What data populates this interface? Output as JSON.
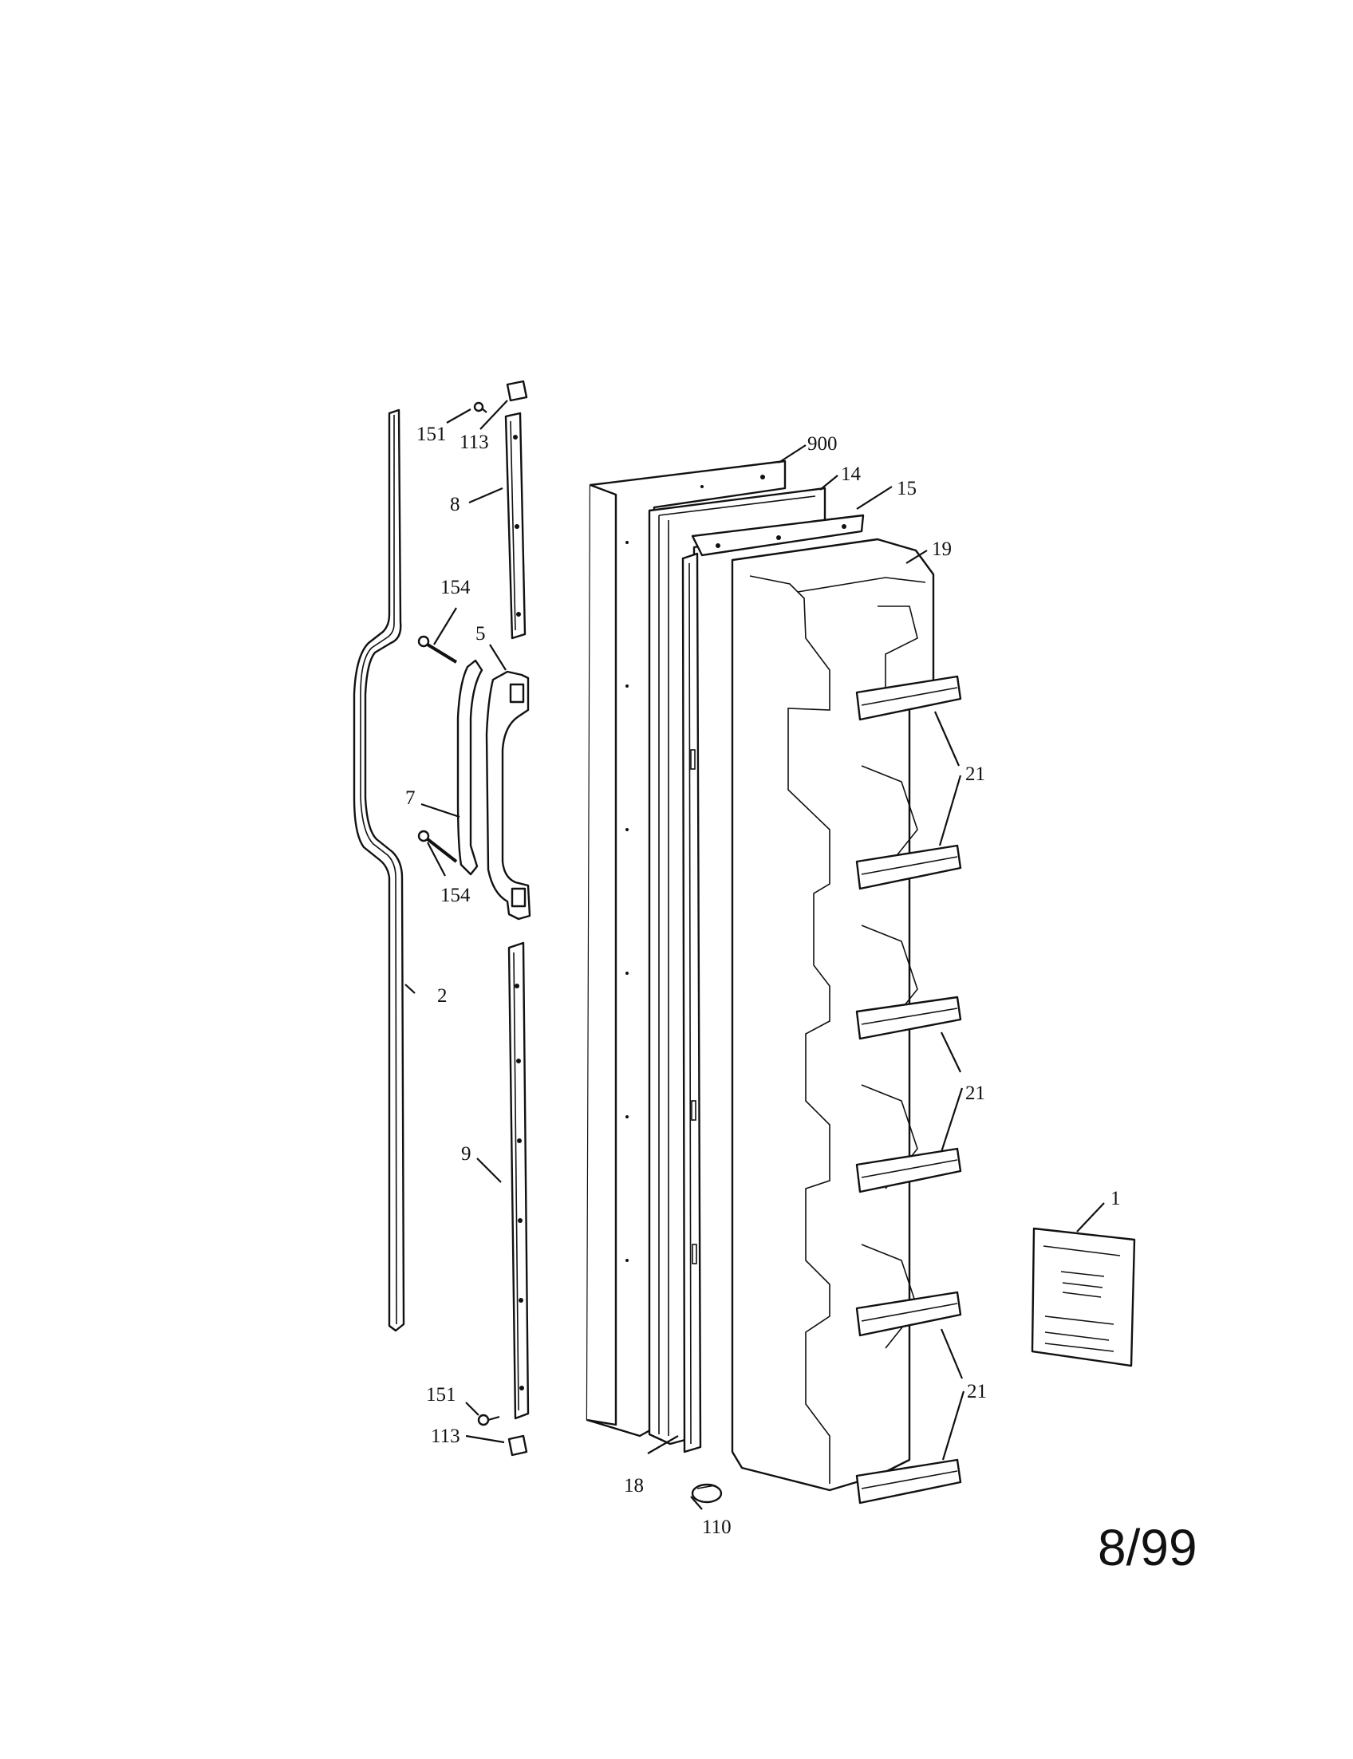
{
  "diagram": {
    "labels": {
      "l151a": "151",
      "l113a": "113",
      "l8": "8",
      "l154a": "154",
      "l5": "5",
      "l7": "7",
      "l154b": "154",
      "l2": "2",
      "l9": "9",
      "l151b": "151",
      "l113b": "113",
      "l18": "18",
      "l110": "110",
      "l900": "900",
      "l14": "14",
      "l15": "15",
      "l19": "19",
      "l21a": "21",
      "l21b": "21",
      "l21c": "21",
      "l1": "1"
    },
    "date": "8/99"
  }
}
